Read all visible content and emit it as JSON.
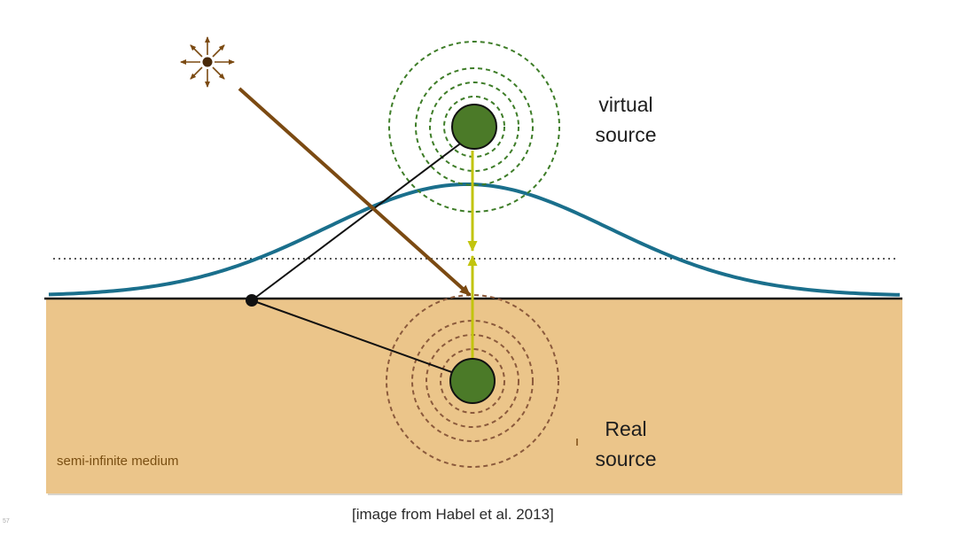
{
  "labels": {
    "virtual_line1": "virtual",
    "virtual_line2": "source",
    "real_line1": "Real",
    "real_line2": "source",
    "medium": "semi-infinite medium",
    "caption": "[image from Habel et al. 2013]",
    "page_number": "57"
  },
  "colors": {
    "medium_fill": "#ebc58a",
    "source_fill": "#4b7a28",
    "ring_virtual": "#3e7d28",
    "ring_real": "#8b5a3c",
    "gaussian_curve": "#1a6f8c",
    "light_ray": "#7b4a12",
    "yellow_line": "#c2c40e",
    "surface_line": "#111111"
  },
  "icons": {
    "light_source": "sun-burst-icon"
  }
}
